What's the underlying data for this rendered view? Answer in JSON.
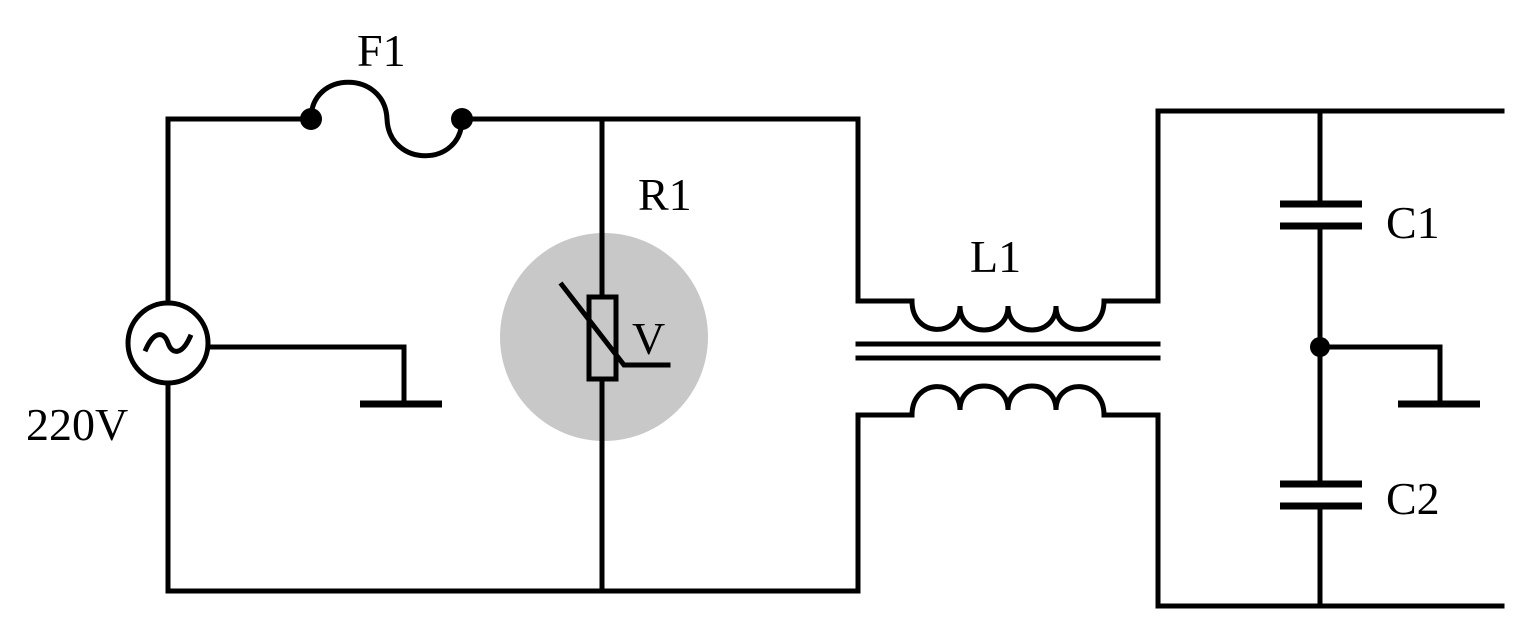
{
  "diagram": {
    "source_label": "220V",
    "fuse_label": "F1",
    "varistor_label": "R1",
    "varistor_symbol_letter": "V",
    "inductor_label": "L1",
    "capacitor1_label": "C1",
    "capacitor2_label": "C2",
    "ac_symbol": "~",
    "colors": {
      "line": "#000000",
      "highlight": "#c8c8c8",
      "background": "#ffffff"
    }
  }
}
